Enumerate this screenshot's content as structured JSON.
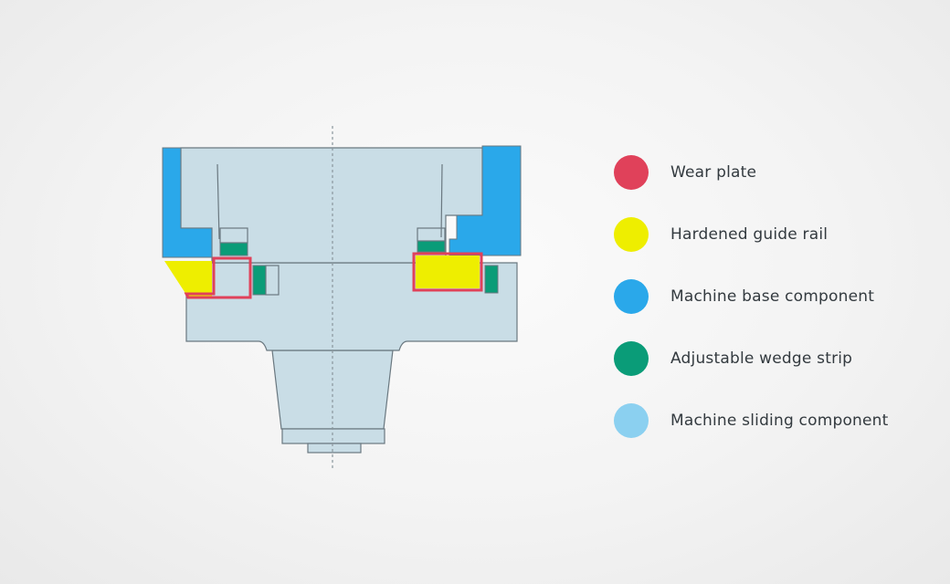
{
  "colors": {
    "wear_plate": "#e0415a",
    "hardened_guide_rail": "#eeee00",
    "machine_base_component": "#2aa8ea",
    "adjustable_wedge_strip": "#0a9c78",
    "machine_sliding_component": "#8bd0f0",
    "sliding_body_fill": "#c9dde6",
    "outline": "#6a7880",
    "centerline": "#8a969c"
  },
  "legend": {
    "items": [
      {
        "label": "Wear plate",
        "color": "#e0415a"
      },
      {
        "label": "Hardened guide rail",
        "color": "#eeee00"
      },
      {
        "label": "Machine base component",
        "color": "#2aa8ea"
      },
      {
        "label": "Adjustable wedge strip",
        "color": "#0a9c78"
      },
      {
        "label": "Machine sliding component",
        "color": "#8bd0f0"
      }
    ]
  }
}
